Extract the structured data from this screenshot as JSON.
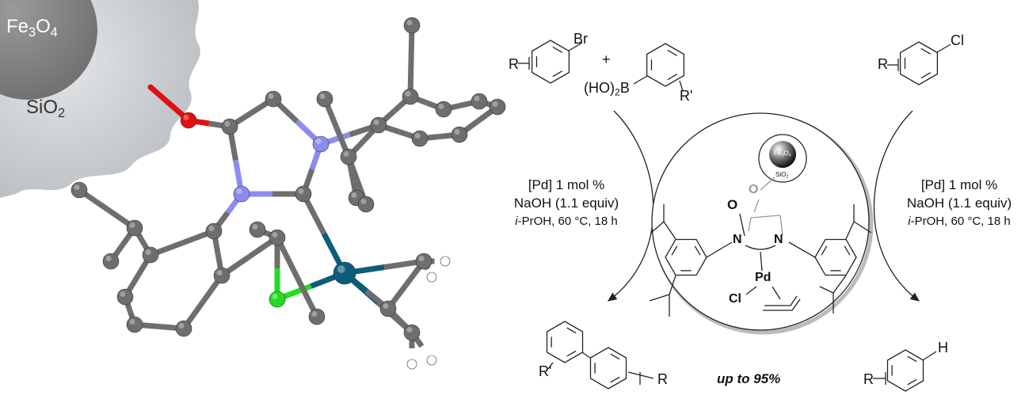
{
  "left_panel": {
    "core_label": {
      "el1": "Fe",
      "n1": "3",
      "el2": "O",
      "n2": "4"
    },
    "shell_label": {
      "el1": "SiO",
      "n1": "2"
    }
  },
  "scheme": {
    "reactant_left": {
      "substituent": "R",
      "halogen": "Br"
    },
    "plus": "+",
    "boronic_acid": {
      "prefix": "(HO)",
      "n": "2",
      "el": "B",
      "substituent": "R'"
    },
    "reactant_right": {
      "substituent": "R",
      "halogen": "Cl"
    },
    "conditions_left": {
      "line1": "[Pd] 1 mol %",
      "line2": "NaOH (1.1 equiv)",
      "line3_italic": "i",
      "line3": "-PrOH, 60 °C, 18 h"
    },
    "conditions_right": {
      "line1": "[Pd] 1 mol %",
      "line2": "NaOH (1.1 equiv)",
      "line3_italic": "i",
      "line3": "-PrOH, 60 °C, 18 h"
    },
    "product_left": {
      "sub1": "R'",
      "sub2": "R"
    },
    "product_right": {
      "substituent": "R",
      "atom": "H"
    },
    "yield": "up to 95%",
    "catalyst": {
      "support_core": {
        "el1": "Fe",
        "n1": "3",
        "el2": "O",
        "n2": "4"
      },
      "support_shell": {
        "el1": "SiO",
        "n1": "2"
      },
      "linker_O": "O",
      "carbonyl_O": "O",
      "N1": "N",
      "N2": "N",
      "metal": "Pd",
      "halide": "Cl"
    }
  },
  "colors": {
    "carbon": "#6e6e6e",
    "nitrogen": "#8c8cf0",
    "oxygen": "#e01010",
    "palladium": "#0d5c7a",
    "chlorine": "#22dd22",
    "hydrogen": "#ffffff"
  }
}
